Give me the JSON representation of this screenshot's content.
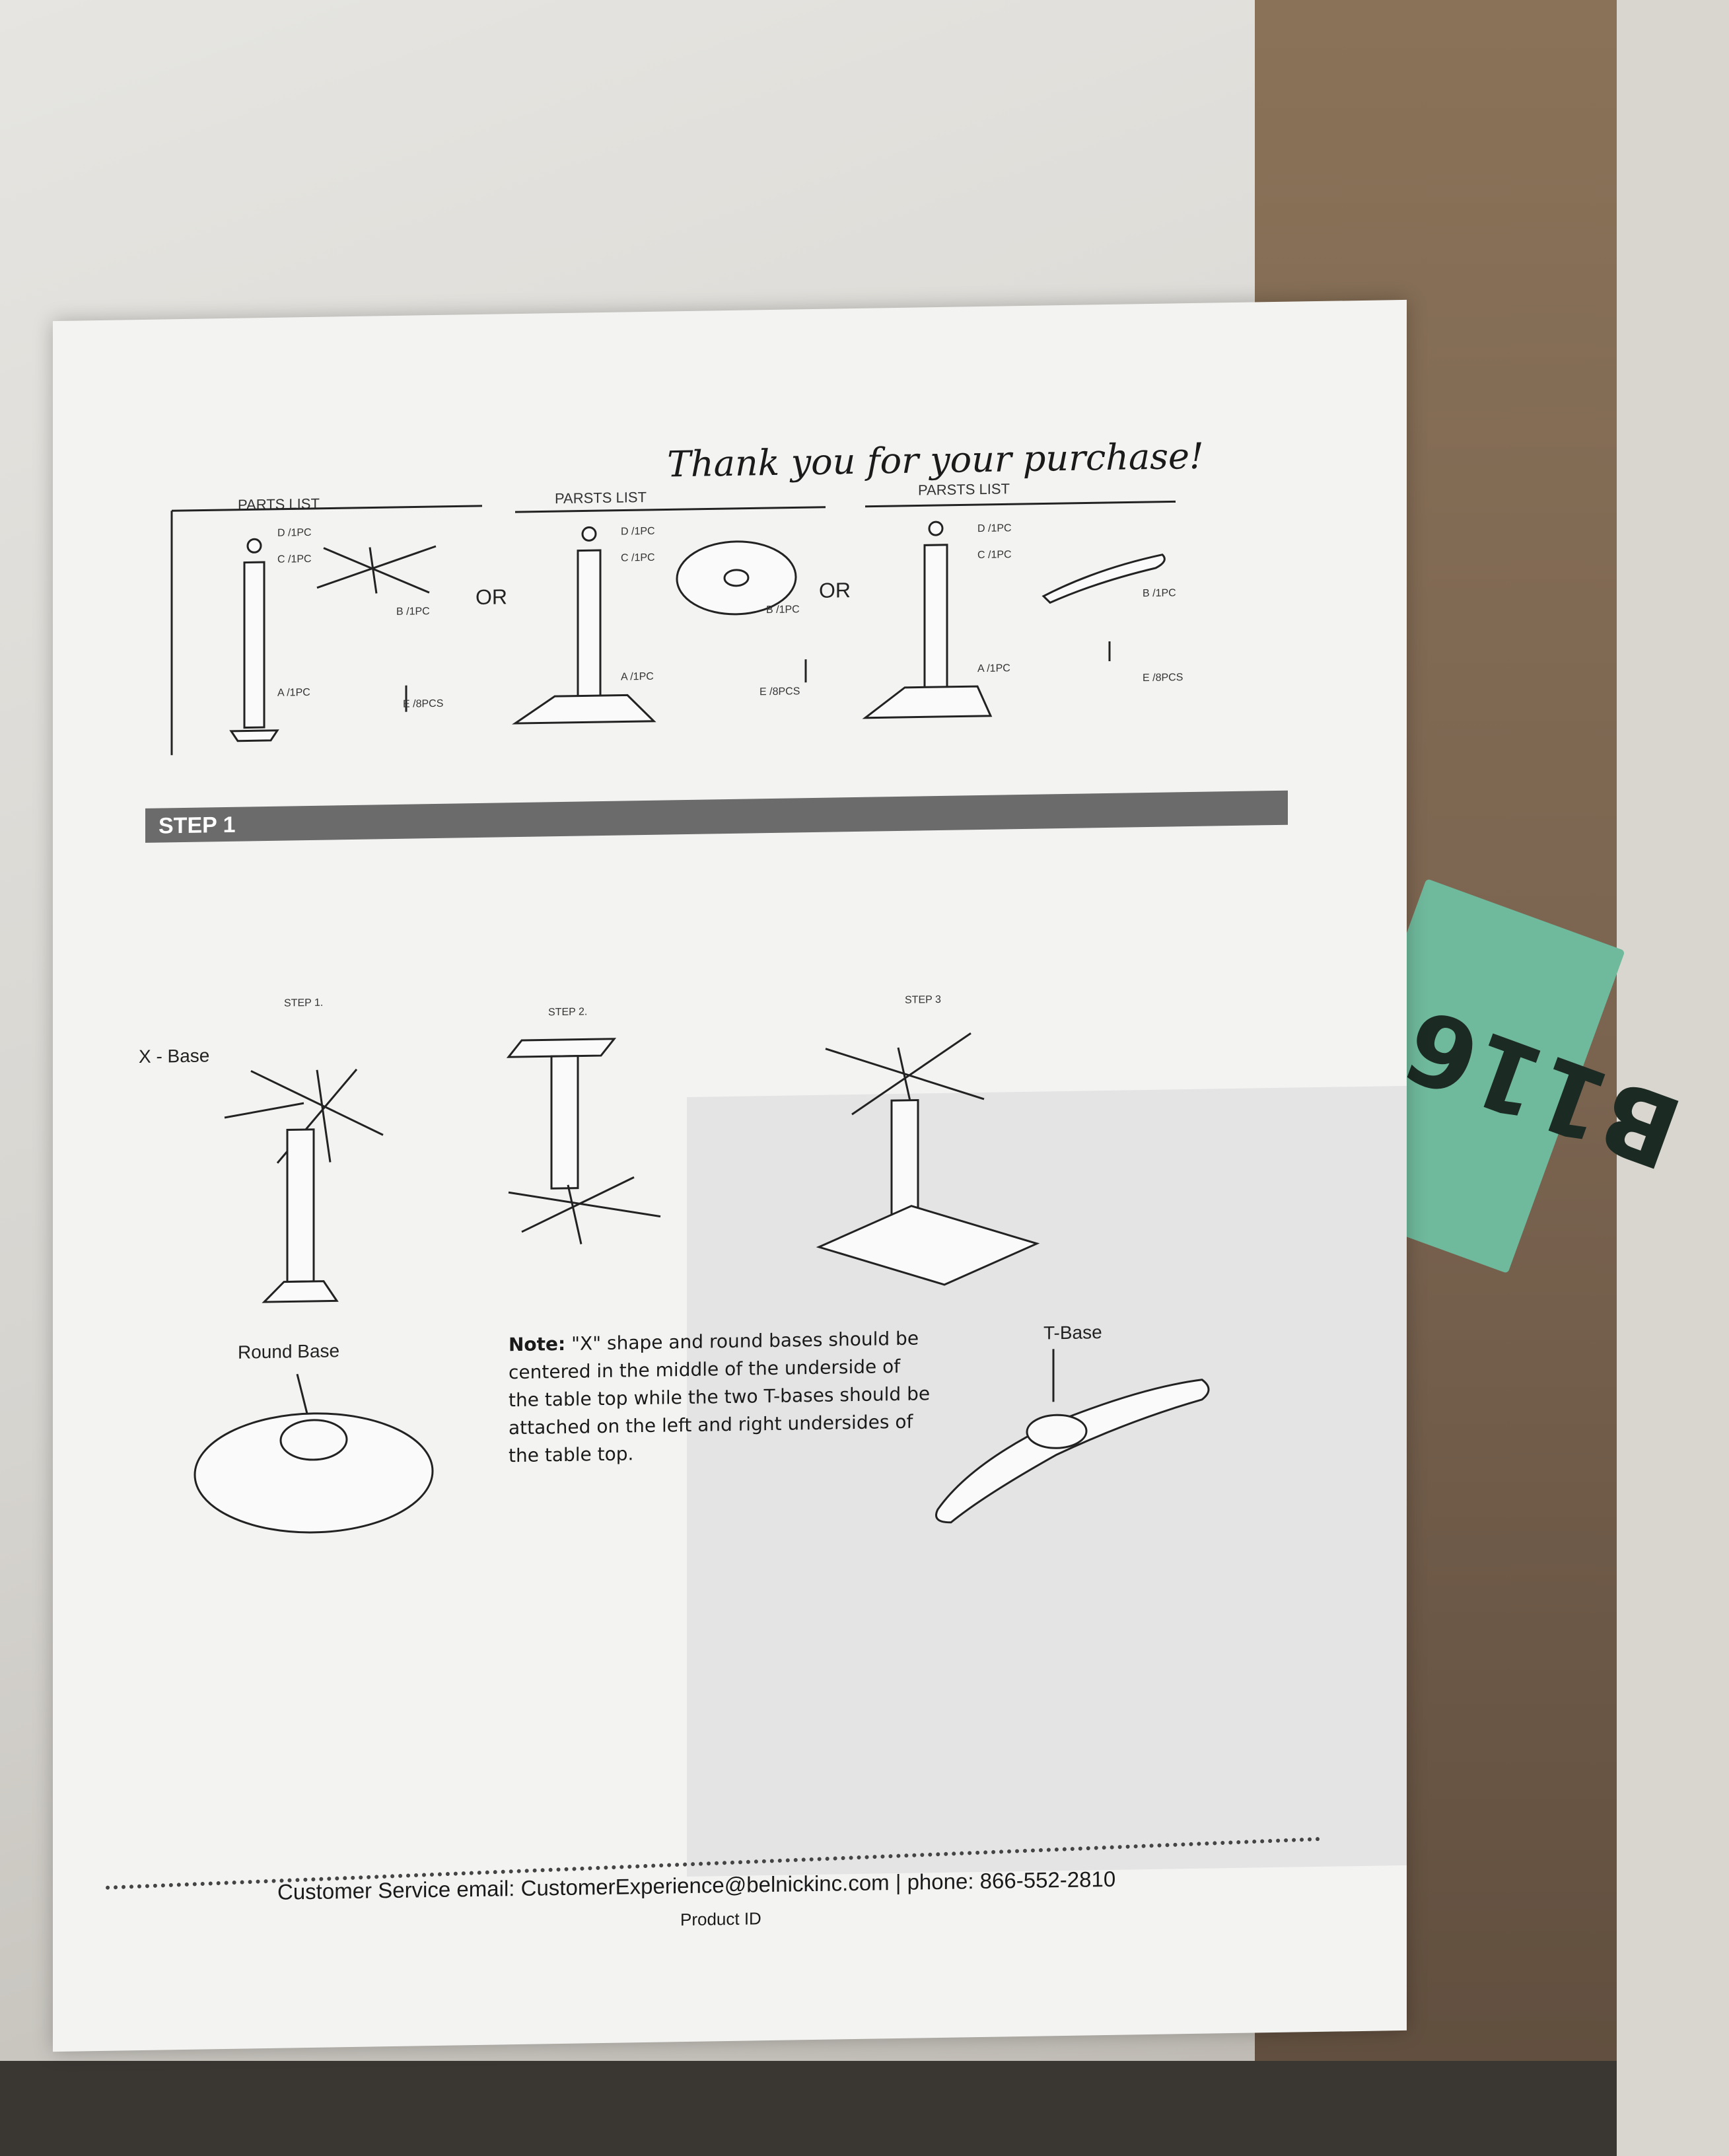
{
  "sheet": {
    "title": "Thank you for your purchase!",
    "parts_lists": [
      {
        "heading": "PARTS LIST",
        "labels": [
          "D /1PC",
          "C /1PC",
          "B /1PC",
          "A /1PC",
          "E /8PCS"
        ]
      },
      {
        "heading": "PARSTS LIST",
        "labels": [
          "D /1PC",
          "C /1PC",
          "B /1PC",
          "A /1PC",
          "E /8PCS"
        ]
      },
      {
        "heading": "PARSTS LIST",
        "labels": [
          "D /1PC",
          "C /1PC",
          "B /1PC",
          "A /1PC",
          "E /8PCS"
        ]
      }
    ],
    "or_1": "OR",
    "or_2": "OR",
    "step_bar": "STEP 1",
    "substeps": [
      "STEP 1.",
      "STEP 2.",
      "STEP 3"
    ],
    "x_base_label": "X - Base",
    "round_base_label": "Round Base",
    "t_base_label": "T-Base",
    "note_bold": "Note:",
    "note_text": "\"X\" shape and round bases should be centered in the middle of the underside of the table top while the two T-bases should be attached on the left and right undersides of the table top.",
    "footer": "Customer Service email: CustomerExperience@belnickinc.com | phone: 866-552-2810",
    "product_id": "Product ID"
  },
  "box_tag": {
    "code": "B116"
  }
}
